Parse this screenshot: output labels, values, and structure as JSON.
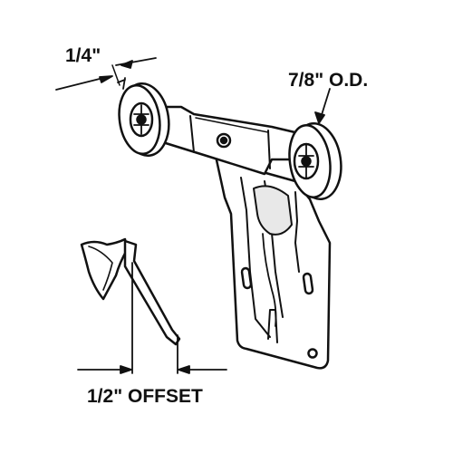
{
  "labels": {
    "roller_thickness": "1/4\"",
    "roller_diameter": "7/8\" O.D.",
    "offset": "1/2\" OFFSET"
  },
  "colors": {
    "ink": "#111111",
    "paper": "#ffffff",
    "shade": "#bdbdbd"
  }
}
